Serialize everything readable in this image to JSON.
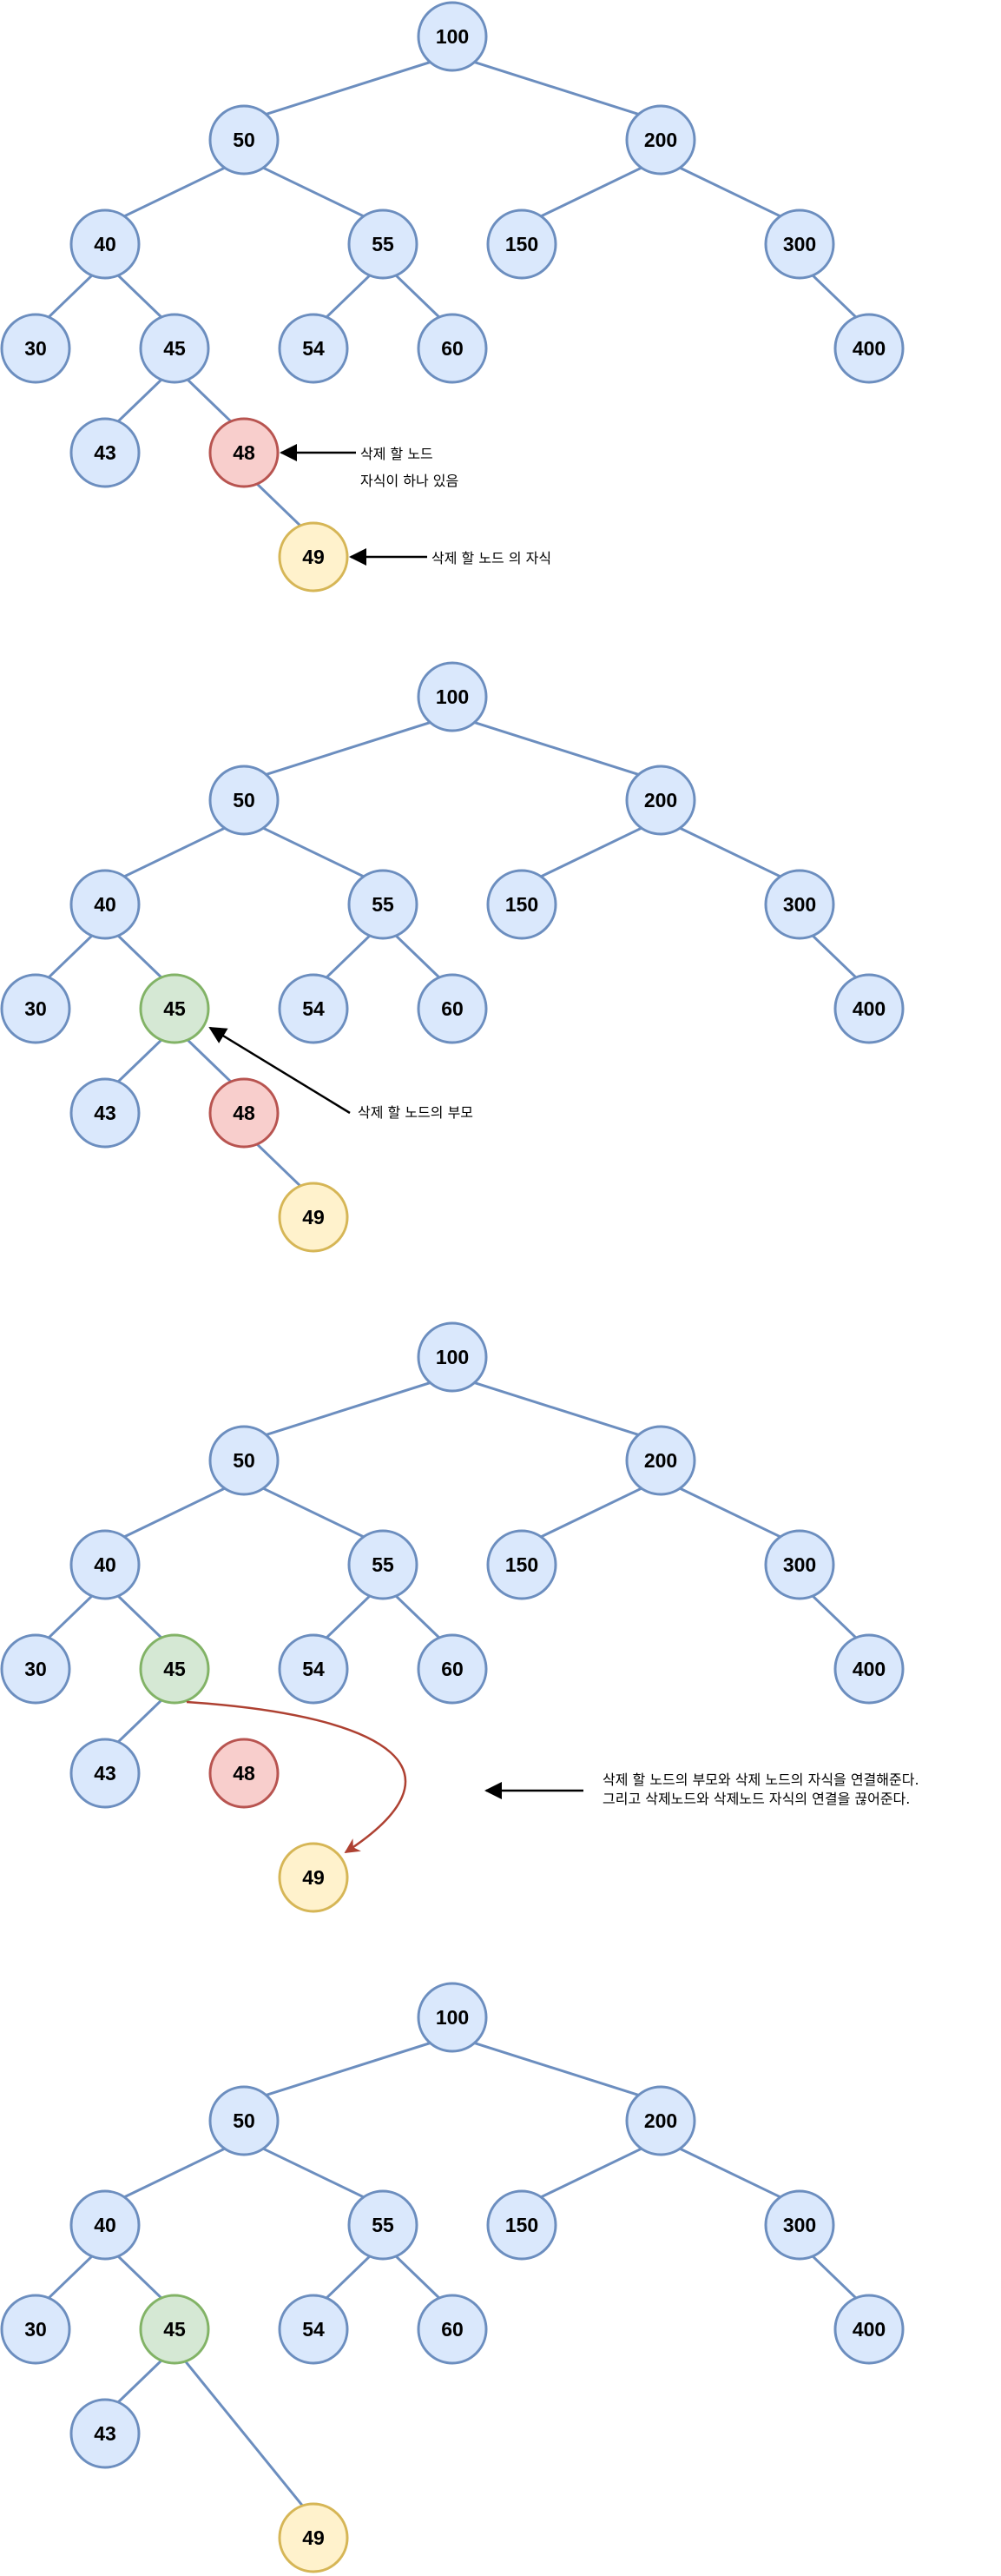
{
  "colors": {
    "default": {
      "fill": "#dae8fc",
      "stroke": "#6c8ebf"
    },
    "delete": {
      "fill": "#f8cecc",
      "stroke": "#b85450"
    },
    "child": {
      "fill": "#fff2cc",
      "stroke": "#d6b656"
    },
    "parent": {
      "fill": "#d5e8d4",
      "stroke": "#82b366"
    },
    "edge": "#6c8ebf",
    "curve": "#ae4132",
    "arrow": "#000000"
  },
  "panels": [
    {
      "id": "panel-1",
      "highlights": {
        "48": "delete",
        "49": "child"
      },
      "edges": [
        [
          "100",
          "50"
        ],
        [
          "100",
          "200"
        ],
        [
          "50",
          "40"
        ],
        [
          "50",
          "55"
        ],
        [
          "200",
          "150"
        ],
        [
          "200",
          "300"
        ],
        [
          "40",
          "30"
        ],
        [
          "40",
          "45"
        ],
        [
          "55",
          "54"
        ],
        [
          "55",
          "60"
        ],
        [
          "300",
          "400"
        ],
        [
          "45",
          "43"
        ],
        [
          "45",
          "48"
        ],
        [
          "48",
          "49"
        ]
      ],
      "notes": [
        {
          "id": "delete-node-note",
          "lines": [
            "삭제 할 노드",
            "자식이 하나 있음"
          ]
        },
        {
          "id": "child-note",
          "lines": [
            "삭제 할 노드 의 자식"
          ]
        }
      ]
    },
    {
      "id": "panel-2",
      "highlights": {
        "45": "parent",
        "48": "delete",
        "49": "child"
      },
      "edges": [
        [
          "100",
          "50"
        ],
        [
          "100",
          "200"
        ],
        [
          "50",
          "40"
        ],
        [
          "50",
          "55"
        ],
        [
          "200",
          "150"
        ],
        [
          "200",
          "300"
        ],
        [
          "40",
          "30"
        ],
        [
          "40",
          "45"
        ],
        [
          "55",
          "54"
        ],
        [
          "55",
          "60"
        ],
        [
          "300",
          "400"
        ],
        [
          "45",
          "43"
        ],
        [
          "45",
          "48"
        ],
        [
          "48",
          "49"
        ]
      ],
      "notes": [
        {
          "id": "parent-note",
          "lines": [
            "삭제 할 노드의 부모"
          ]
        }
      ]
    },
    {
      "id": "panel-3",
      "highlights": {
        "45": "parent",
        "48": "delete",
        "49": "child"
      },
      "edges": [
        [
          "100",
          "50"
        ],
        [
          "100",
          "200"
        ],
        [
          "50",
          "40"
        ],
        [
          "50",
          "55"
        ],
        [
          "200",
          "150"
        ],
        [
          "200",
          "300"
        ],
        [
          "40",
          "30"
        ],
        [
          "40",
          "45"
        ],
        [
          "55",
          "54"
        ],
        [
          "55",
          "60"
        ],
        [
          "300",
          "400"
        ],
        [
          "45",
          "43"
        ]
      ],
      "notes": [
        {
          "id": "connect-note",
          "lines": [
            "삭제 할 노드의 부모와 삭제 노드의 자식을 연결해준다.",
            "그리고 삭제노드와 삭제노드 자식의 연결을 끊어준다."
          ]
        }
      ]
    },
    {
      "id": "panel-4",
      "highlights": {
        "45": "parent",
        "49": "child"
      },
      "edges": [
        [
          "100",
          "50"
        ],
        [
          "100",
          "200"
        ],
        [
          "50",
          "40"
        ],
        [
          "50",
          "55"
        ],
        [
          "200",
          "150"
        ],
        [
          "200",
          "300"
        ],
        [
          "40",
          "30"
        ],
        [
          "40",
          "45"
        ],
        [
          "55",
          "54"
        ],
        [
          "55",
          "60"
        ],
        [
          "300",
          "400"
        ],
        [
          "45",
          "43"
        ],
        [
          "45",
          "49"
        ]
      ],
      "notes": []
    }
  ]
}
